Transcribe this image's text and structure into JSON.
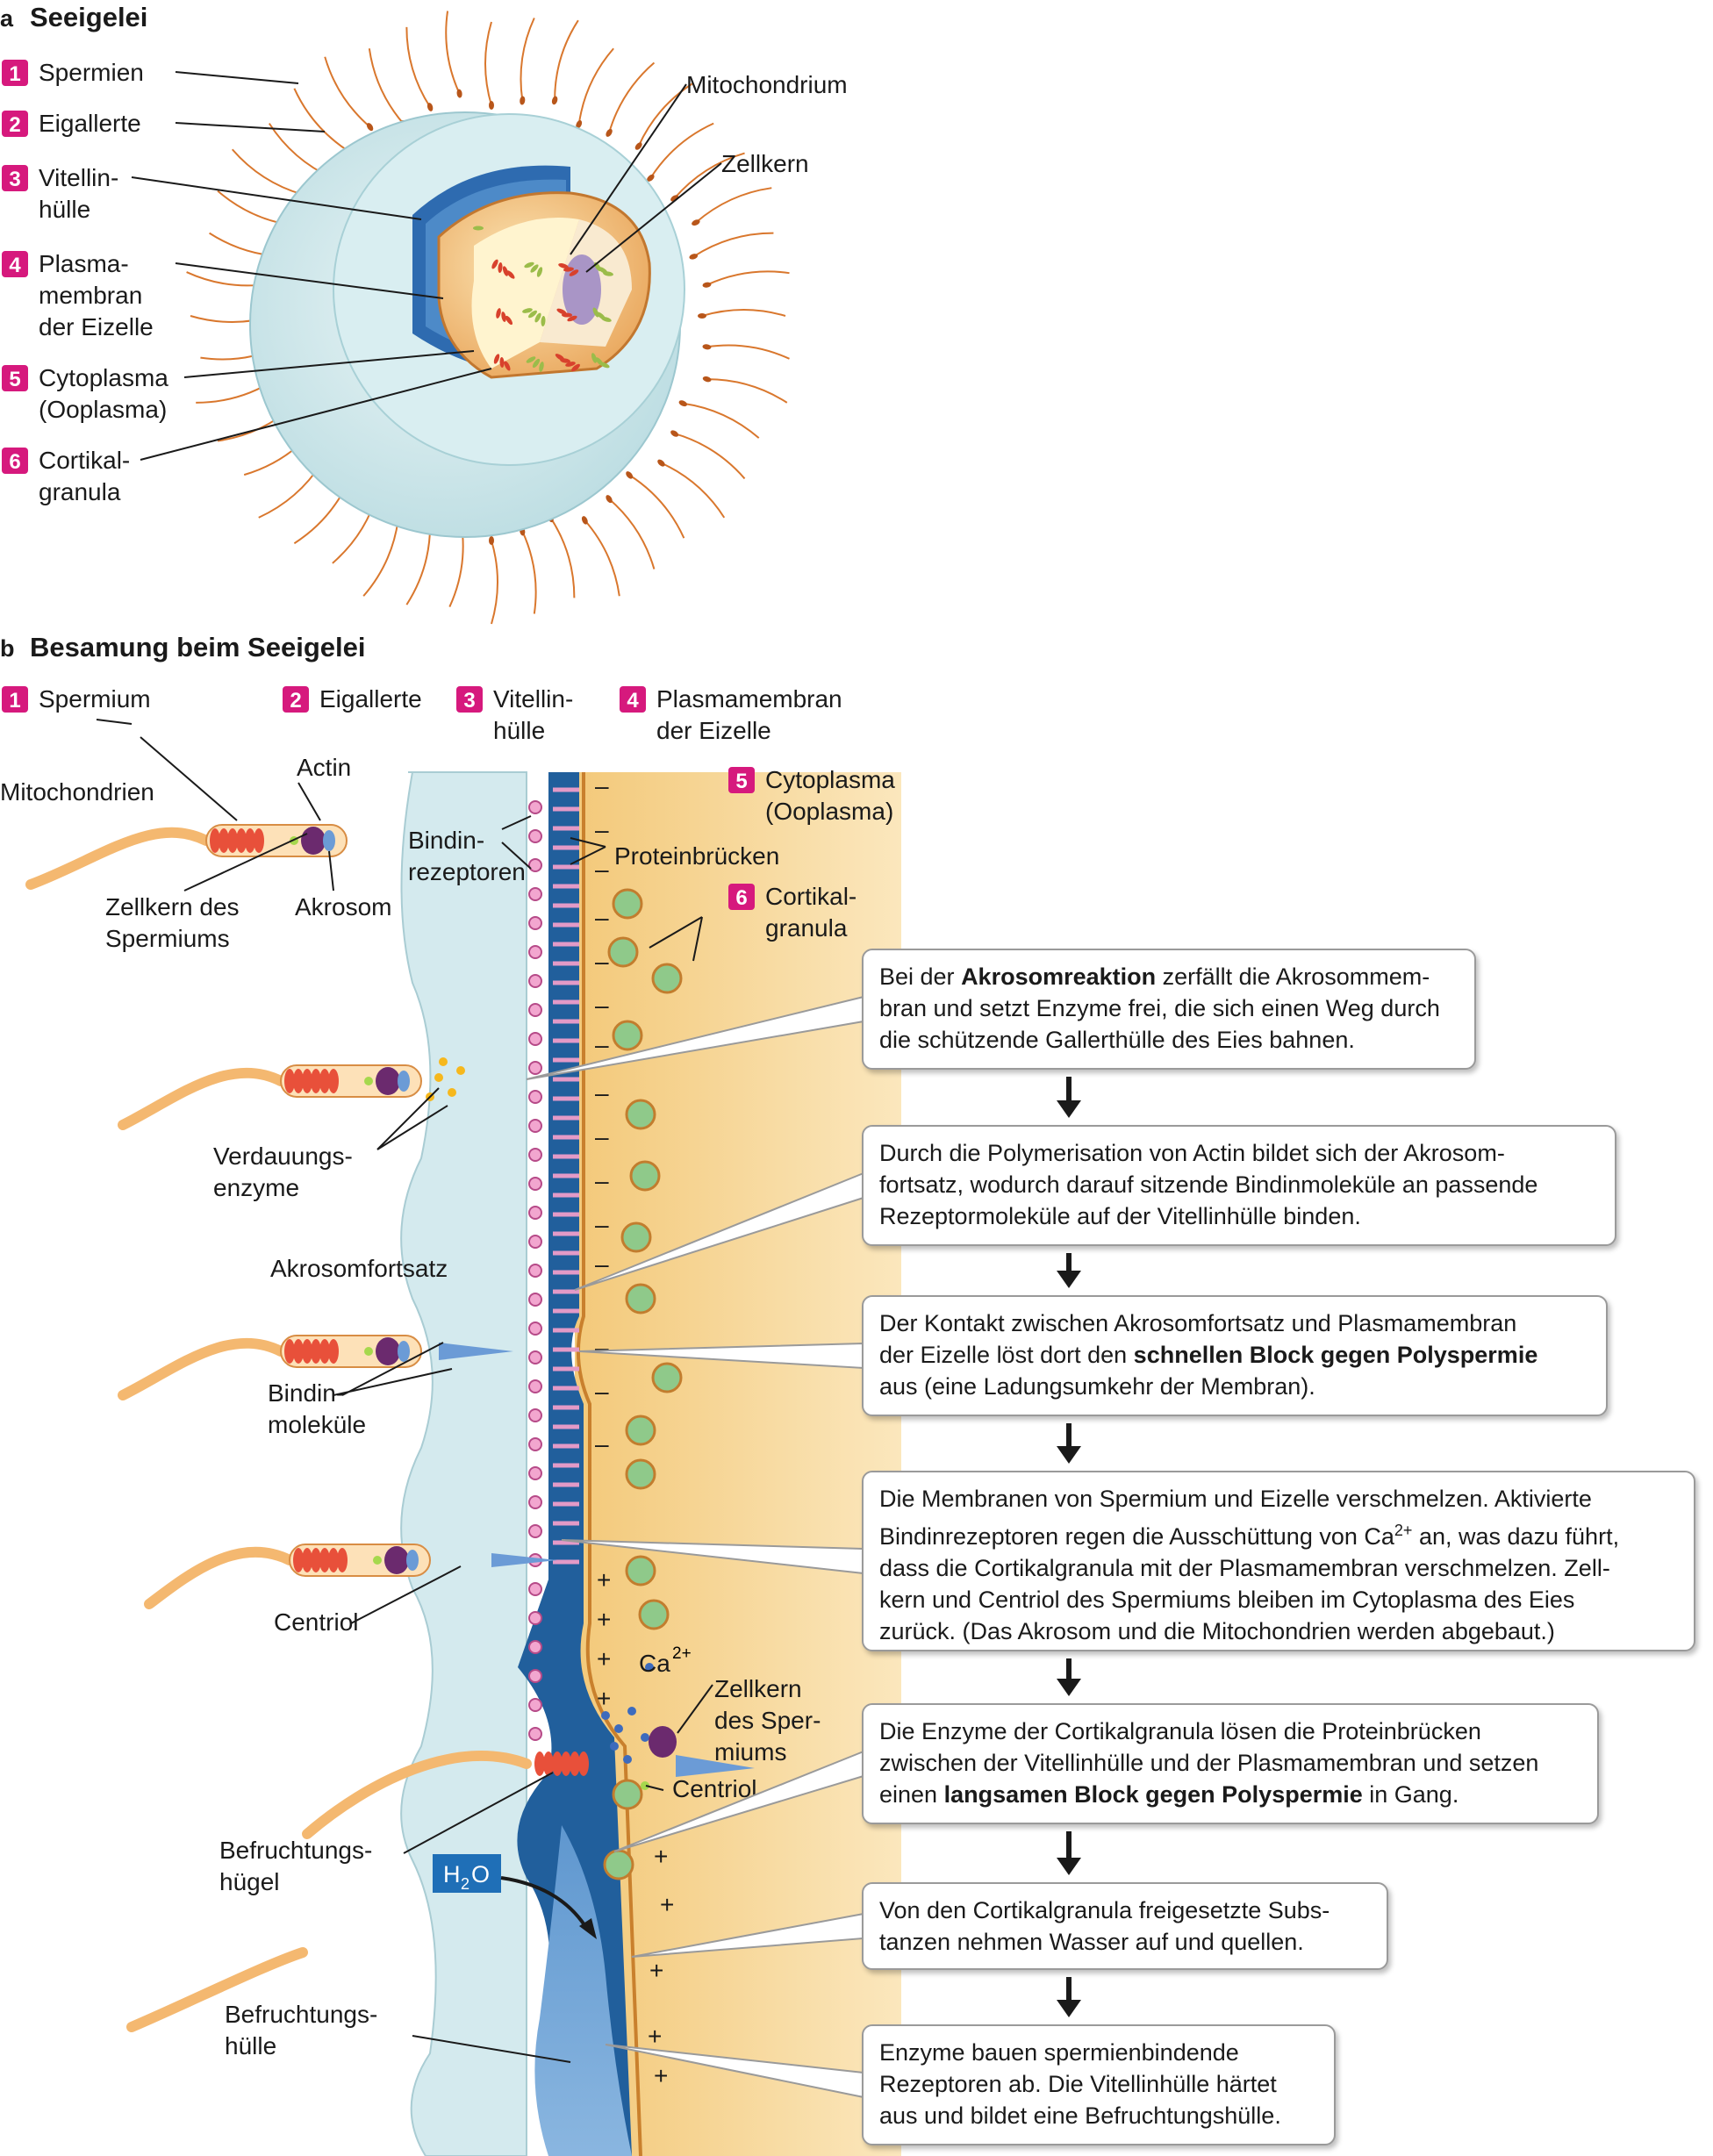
{
  "panel_a": {
    "letter": "a",
    "title": "Seeigelei",
    "labels": [
      {
        "num": "1",
        "lines": [
          "Spermien"
        ]
      },
      {
        "num": "2",
        "lines": [
          "Eigallerte"
        ]
      },
      {
        "num": "3",
        "lines": [
          "Vitellin-",
          "hülle"
        ]
      },
      {
        "num": "4",
        "lines": [
          "Plasma-",
          "membran",
          "der Eizelle"
        ]
      },
      {
        "num": "5",
        "lines": [
          "Cytoplasma",
          "(Ooplasma)"
        ]
      },
      {
        "num": "6",
        "lines": [
          "Cortikal-",
          "granula"
        ]
      }
    ],
    "mitochondrium": "Mitochondrium",
    "zellkern": "Zellkern"
  },
  "panel_b": {
    "letter": "b",
    "title": "Besamung beim Seeigelei",
    "header_labels": [
      {
        "num": "1",
        "lines": [
          "Spermium"
        ]
      },
      {
        "num": "2",
        "lines": [
          "Eigallerte"
        ]
      },
      {
        "num": "3",
        "lines": [
          "Vitellin-",
          "hülle"
        ]
      },
      {
        "num": "4",
        "lines": [
          "Plasmamembran",
          "der Eizelle"
        ]
      },
      {
        "num": "5",
        "lines": [
          "Cytoplasma",
          "(Ooplasma)"
        ]
      },
      {
        "num": "6",
        "lines": [
          "Cortikal-",
          "granula"
        ]
      }
    ],
    "sperm_labels": {
      "mitochondrien": "Mitochondrien",
      "actin": "Actin",
      "zellkern_des_spermiums": [
        "Zellkern des",
        "Spermiums"
      ],
      "akrosom": "Akrosom",
      "bindinrezeptoren": [
        "Bindin-",
        "rezeptoren"
      ],
      "proteinbruecken": "Proteinbrücken",
      "verdauungsenzyme": [
        "Verdauungs-",
        "enzyme"
      ],
      "akrosomfortsatz": "Akrosomfortsatz",
      "bindinmolekuele": [
        "Bindin-",
        "moleküle"
      ],
      "centriol": "Centriol",
      "ca": "Ca",
      "ca_sup": "2+",
      "zellkern_des_spermiums_2": [
        "Zellkern",
        "des Sper-",
        "miums"
      ],
      "centriol_2": "Centriol",
      "befruchtungshuegel": [
        "Befruchtungs-",
        "hügel"
      ],
      "h2o": "H",
      "h2o_sub": "2",
      "h2o_o": "O",
      "befruchtungshuelle": [
        "Befruchtungs-",
        "hülle"
      ]
    },
    "steps": [
      {
        "parts": [
          [
            "Bei der ",
            false
          ],
          [
            "Akrosomreaktion",
            true
          ],
          [
            " zerfällt die Akrosommem-\nbran und setzt Enzyme frei, die sich einen Weg durch\ndie schützende Gallerthülle des Eies bahnen.",
            false
          ]
        ]
      },
      {
        "parts": [
          [
            "Durch die Polymerisation von Actin bildet sich der Akrosom-\nfortsatz, wodurch darauf sitzende Bindinmoleküle an passende\nRezeptormoleküle auf der Vitellinhülle binden.",
            false
          ]
        ]
      },
      {
        "parts": [
          [
            "Der Kontakt zwischen Akrosomfortsatz und Plasmamembran\nder Eizelle löst dort den ",
            false
          ],
          [
            "schnellen Block gegen Polyspermie",
            true
          ],
          [
            "\naus (eine Ladungsumkehr der Membran).",
            false
          ]
        ]
      },
      {
        "parts": [
          [
            "Die Membranen von Spermium und Eizelle verschmelzen. Aktivierte\nBindinrezeptoren regen die Ausschüttung von Ca",
            false
          ],
          [
            "2+",
            "sup"
          ],
          [
            " an, was dazu führt,\ndass die Cortikalgranula mit der Plasmamembran verschmelzen. Zell-\nkern und Centriol des Spermiums bleiben im Cytoplasma des Eies\nzurück. (Das Akrosom und die Mitochondrien werden abgebaut.)",
            false
          ]
        ]
      },
      {
        "parts": [
          [
            "Die Enzyme der Cortikalgranula lösen die Proteinbrücken\nzwischen der Vitellinhülle und der Plasmamembran und setzen\neinen ",
            false
          ],
          [
            "langsamen Block gegen Polyspermie",
            true
          ],
          [
            " in Gang.",
            false
          ]
        ]
      },
      {
        "parts": [
          [
            "Von den Cortikalgranula freigesetzte Subs-\ntanzen nehmen Wasser auf und quellen.",
            false
          ]
        ]
      },
      {
        "parts": [
          [
            "Enzyme bauen spermienbindende\nRezeptoren ab. Die Vitellinhülle härtet\naus und bildet eine Befruchtungshülle.",
            false
          ]
        ]
      }
    ],
    "minus": "–",
    "plus": "+"
  },
  "colors": {
    "badge": "#d6197d",
    "jelly": "#cde6ea",
    "vitelline": "#1f5f9e",
    "cytoplasm": "#f3cf88",
    "granule": "#8fc98a",
    "sperm": "#f4b870",
    "mito": "#e8503a",
    "nucleus": "#6b2a6e"
  }
}
